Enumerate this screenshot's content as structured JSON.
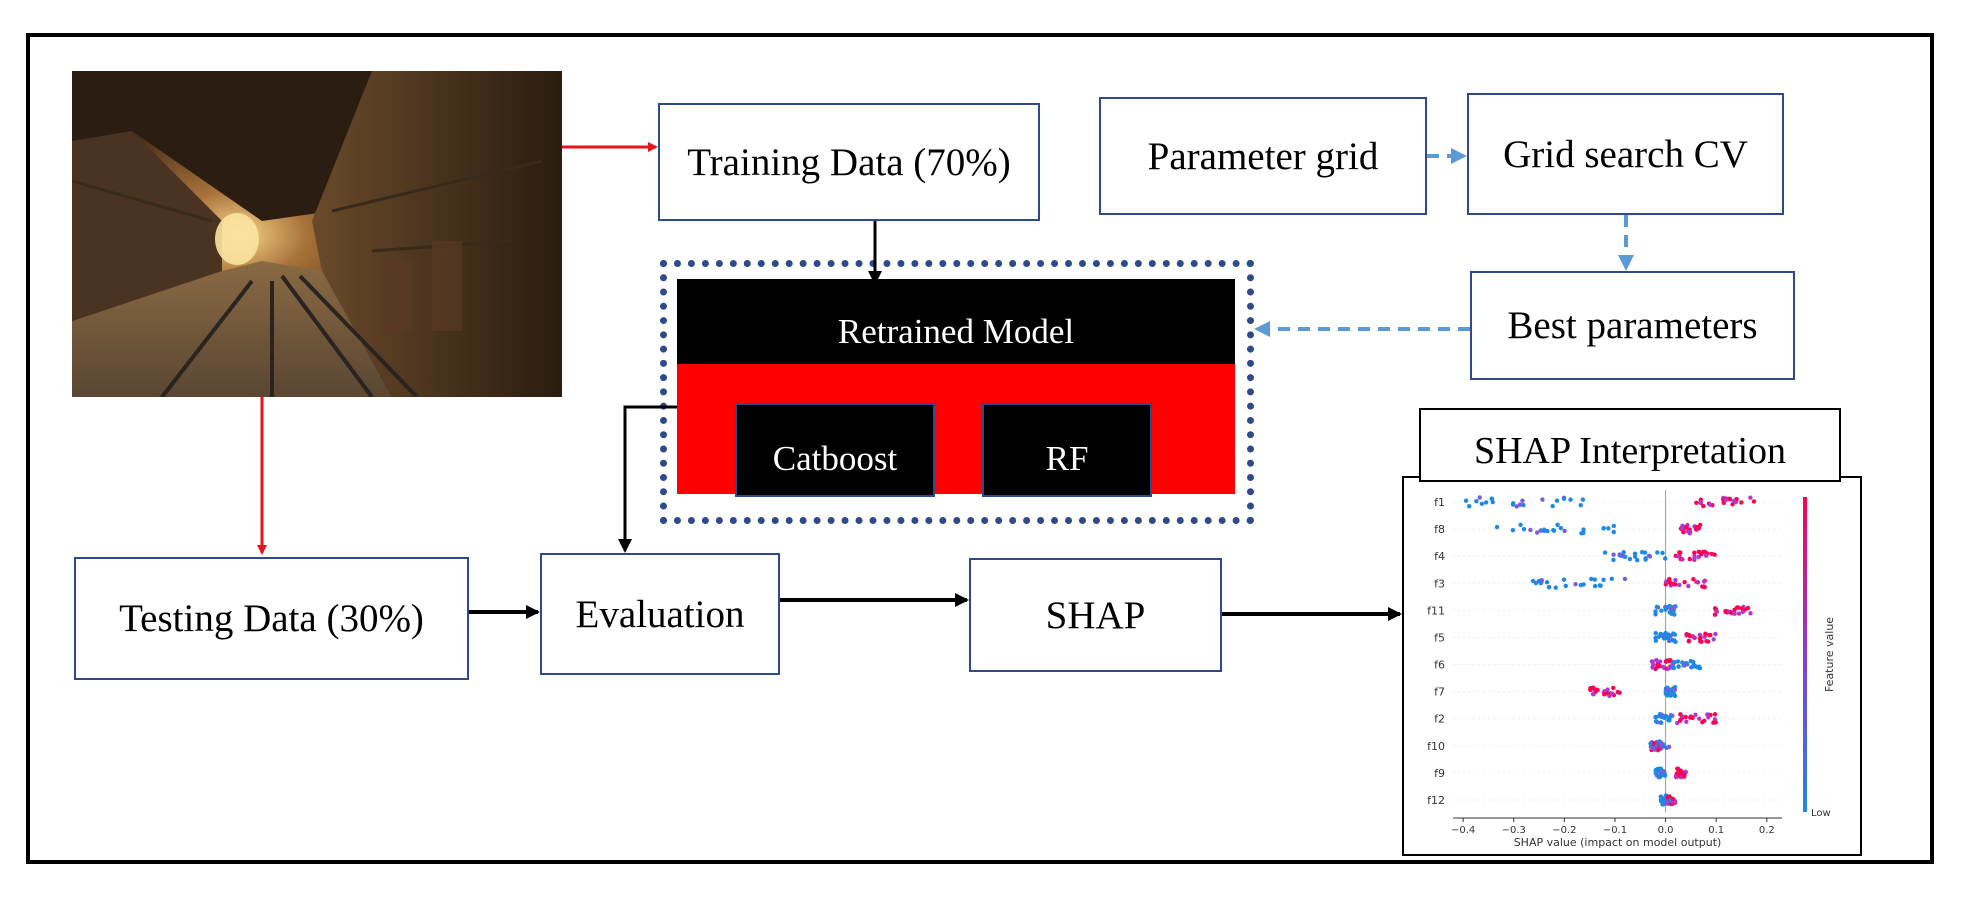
{
  "boxes": {
    "training": "Training Data (70%)",
    "testing": "Testing Data (30%)",
    "param_grid": "Parameter grid",
    "grid_search": "Grid search CV",
    "best_params": "Best parameters",
    "evaluation": "Evaluation",
    "shap": "SHAP",
    "retrained": "Retrained Model",
    "catboost": "Catboost",
    "rf": "RF",
    "shap_interp": "SHAP Interpretation"
  },
  "shap_plot": {
    "features": [
      "f1",
      "f8",
      "f4",
      "f3",
      "f11",
      "f5",
      "f6",
      "f7",
      "f2",
      "f10",
      "f9",
      "f12"
    ],
    "xticks": [
      "−0.4",
      "−0.3",
      "−0.2",
      "−0.1",
      "0.0",
      "0.1",
      "0.2"
    ],
    "xlabel": "SHAP value (impact on model output)",
    "colorbar_label": "Feature value",
    "colorbar_low": "Low"
  },
  "colors": {
    "red_arrow": "#e8141c",
    "blue_dashed": "#5b9bd5",
    "box_border": "#2e4a8a",
    "shap_high": "#ff0052",
    "shap_low": "#1e88e5"
  },
  "icons": {
    "photo": "mine-tunnel-photo"
  }
}
